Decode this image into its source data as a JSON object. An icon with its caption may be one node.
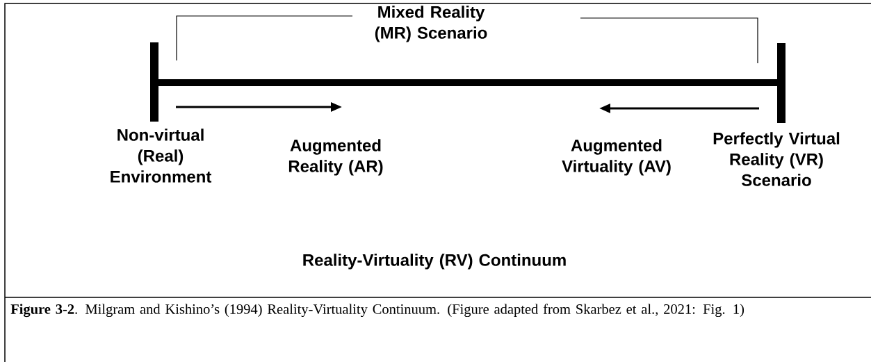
{
  "diagram": {
    "caption": "**Figure 3-2**. Milgram and Kishino’s (1994) Reality-Virtuality Continuum. (Figure adapted from Skarbez et al., 2021: Fig. 1)",
    "labels": [
      "Mixed Reality (MR) Scenario",
      "Non-virtual (Real) Environment",
      "Augmented Reality (AR)",
      "Augmented Virtuality (AV)",
      "Perfectly Virtual Reality (VR) Scenario",
      "Reality-Virtuality (RV) Continuum"
    ]
  }
}
